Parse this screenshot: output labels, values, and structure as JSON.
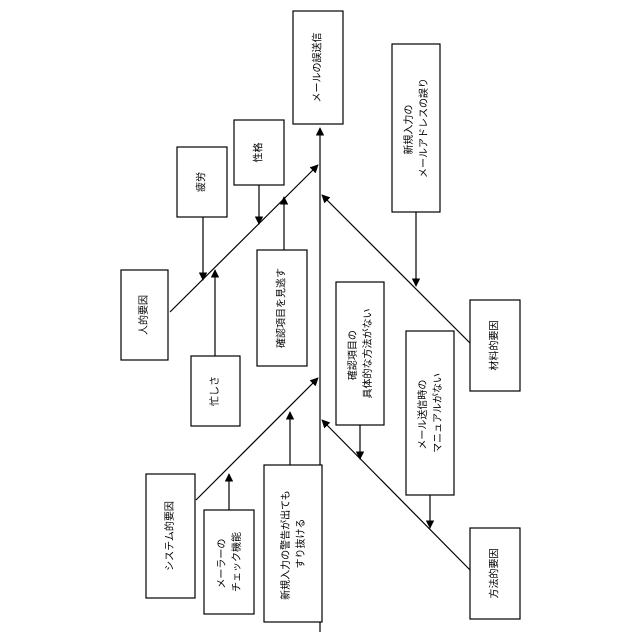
{
  "effect": "メールの誤送信",
  "categories": {
    "human": "人的要因",
    "system": "システム的要因",
    "material": "材料的要因",
    "method": "方法的要因"
  },
  "causes": {
    "fatigue": "疲労",
    "personality": "性格",
    "busy": "忙しさ",
    "overlook": "確認項目を見逃す",
    "mailer_check": [
      "メーラーの",
      "チェック機能"
    ],
    "warning_skip": [
      "新規入力の警告が出ても",
      "すり抜ける"
    ],
    "new_address": [
      "新規入力の",
      "メールアドレスの誤り"
    ],
    "no_method": [
      "確認項目の",
      "具体的な方法がない"
    ],
    "no_manual": [
      "メール送信時の",
      "マニュアルがない"
    ]
  }
}
